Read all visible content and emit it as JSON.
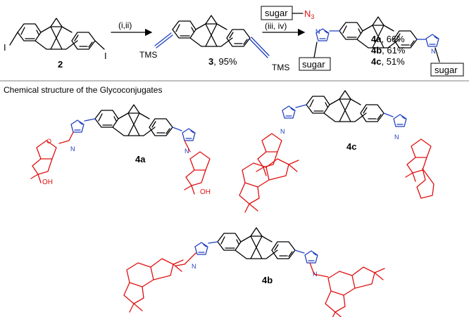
{
  "colors": {
    "core": "#000000",
    "triazole": "#1f3fbf",
    "sugar": "#e01010"
  },
  "scheme": {
    "start_label": "2",
    "iodo": "I",
    "step1": "(i,ii)",
    "intermediate_label": "3",
    "intermediate_yield": ", 95%",
    "tms": "TMS",
    "reagent_sugar": "sugar",
    "reagent_azide": "N",
    "reagent_azide_sub": "3",
    "step2": "(iii, iv)",
    "sugar_box": "sugar",
    "n": "N",
    "products": [
      {
        "label": "4a",
        "yield": ", 66%"
      },
      {
        "label": "4b",
        "yield": ", 61%"
      },
      {
        "label": "4c",
        "yield": ", 51%"
      }
    ]
  },
  "section_title": "Chemical structure of the Glycoconjugates",
  "structures": {
    "a_label": "4a",
    "b_label": "4b",
    "c_label": "4c",
    "oh": "OH",
    "o": "O",
    "n": "N"
  }
}
